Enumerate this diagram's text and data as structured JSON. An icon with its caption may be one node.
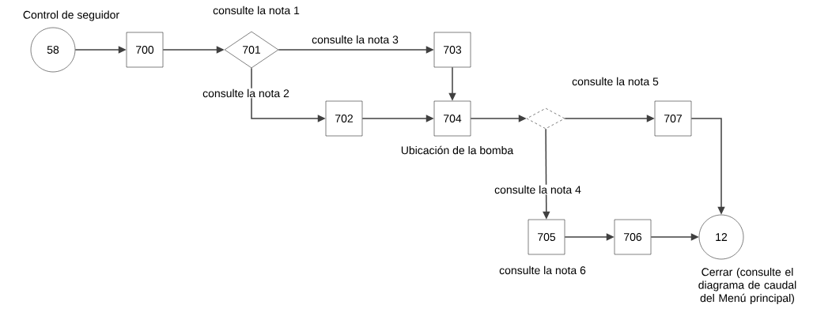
{
  "diagram": {
    "nodes": [
      {
        "text": [
          "58"
        ],
        "beside": [
          "Control de seguidor"
        ]
      },
      {
        "text": [
          "700"
        ]
      },
      {
        "text": [
          "701"
        ],
        "beside": [
          "consulte la nota 1"
        ]
      },
      {
        "text": [
          "703"
        ]
      },
      {
        "text": [
          "702"
        ]
      },
      {
        "text": [
          "704"
        ],
        "beside": [
          "Ubicación de la bomba"
        ]
      },
      {
        "text": [],
        "shape": "diamond"
      },
      {
        "text": [
          "707"
        ]
      },
      {
        "text": [
          "705"
        ],
        "beside": [
          "consulte la nota 6"
        ]
      },
      {
        "text": [
          "706"
        ]
      },
      {
        "text": [
          "12"
        ],
        "beside": [
          "Cerrar (consulte el diagrama de caudal del Menú principal)"
        ]
      }
    ],
    "edges": [
      {
        "from": 0,
        "to": 1,
        "arrow": "to"
      },
      {
        "from": 1,
        "to": 2,
        "arrow": "to"
      },
      {
        "from": 2,
        "to": 3,
        "arrow": "to",
        "label": "consulte la nota 3"
      },
      {
        "from": 2,
        "to": 4,
        "arrow": "to",
        "label": "consulte la nota 2"
      },
      {
        "from": 3,
        "to": 5,
        "arrow": "to"
      },
      {
        "from": 4,
        "to": 5,
        "arrow": "to"
      },
      {
        "from": 5,
        "to": 6,
        "arrow": "to"
      },
      {
        "from": 6,
        "to": 7,
        "arrow": "to",
        "label": "consulte la nota 5"
      },
      {
        "from": 6,
        "to": 8,
        "arrow": "to",
        "label": "consulte la nota 4"
      },
      {
        "from": 8,
        "to": 9,
        "arrow": "to"
      },
      {
        "from": 9,
        "to": 10,
        "arrow": "to"
      },
      {
        "from": 7,
        "to": 10,
        "arrow": "to"
      }
    ]
  }
}
